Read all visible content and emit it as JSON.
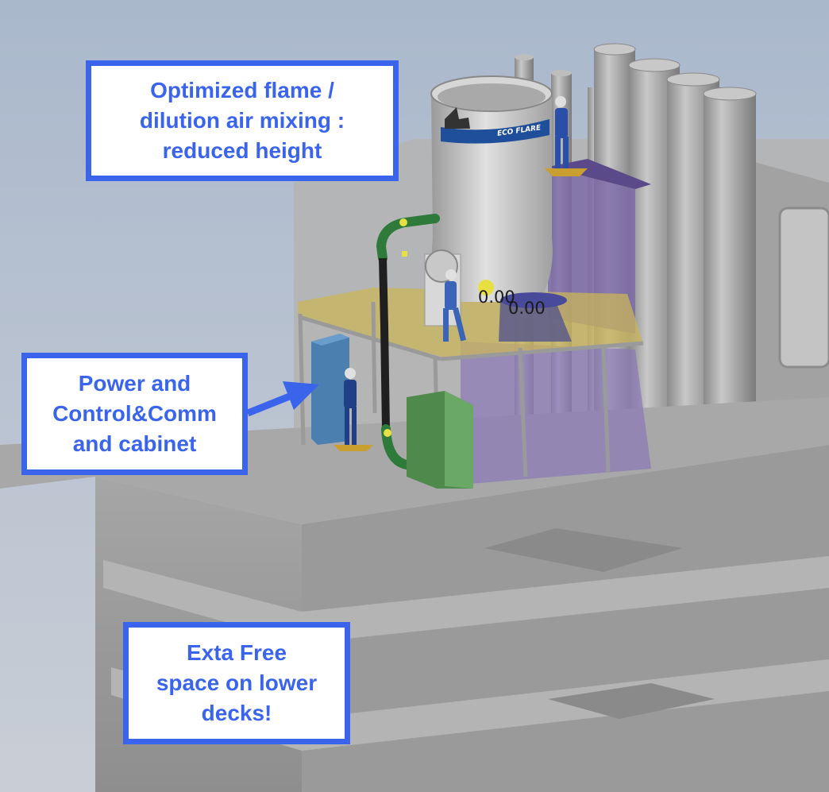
{
  "callouts": {
    "flame": {
      "lines": [
        "Optimized flame /",
        "dilution air mixing :",
        "reduced height"
      ]
    },
    "power": {
      "lines": [
        "Power and",
        "Control&Comm",
        "and cabinet"
      ]
    },
    "space": {
      "lines": [
        "Exta Free",
        "space on lower",
        "decks!"
      ]
    }
  },
  "readouts": [
    "0.00",
    "0.00"
  ],
  "tank_logo": "ECO FLARE",
  "colors": {
    "accent": "#3a64ec",
    "background": "#b8c4d6",
    "platform": "#c9b55a",
    "cabinet_blue": "#4a7fb0",
    "cabinet_green": "#4f8a4c",
    "enclosure_purple": "#7a68a8",
    "pipe_green": "#2e7a3a"
  }
}
